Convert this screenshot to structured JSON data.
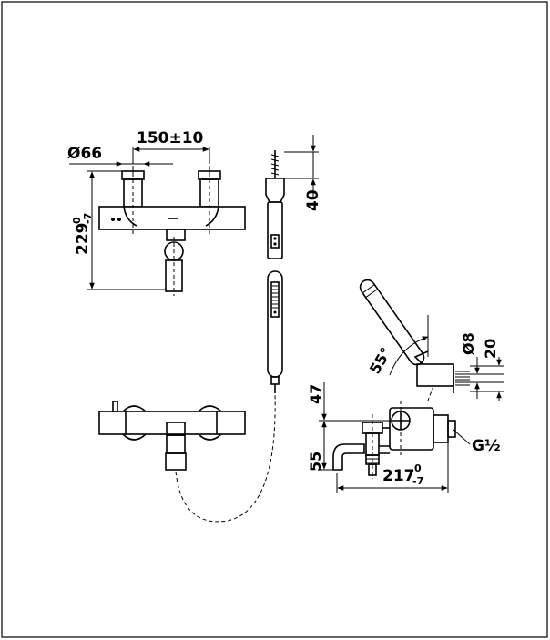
{
  "dimensions": {
    "diameter_body": "Ø66",
    "spacing": "150±10",
    "height_main": "229",
    "height_main_upper_tol": "0",
    "height_main_lower_tol": "-7",
    "holder_height": "40",
    "handshower_angle": "55°",
    "diameter_hose": "Ø8",
    "width_20": "20",
    "height_47": "47",
    "height_55": "55",
    "spout_length": "217",
    "spout_length_upper_tol": "0",
    "spout_length_lower_tol": "-7",
    "thread": "G½"
  }
}
